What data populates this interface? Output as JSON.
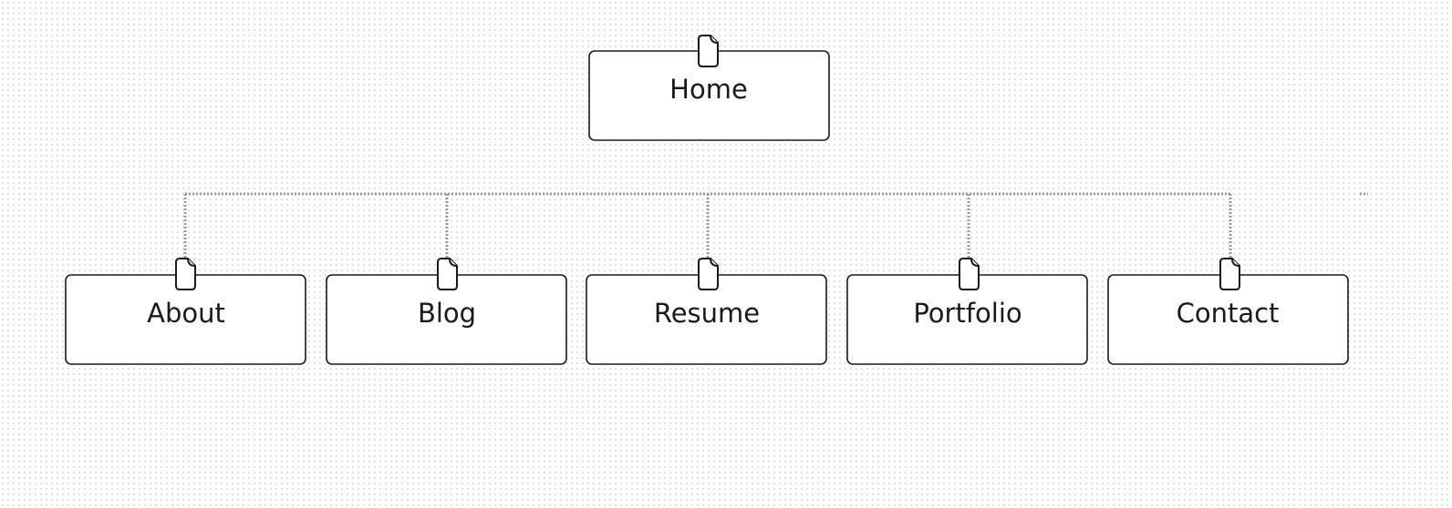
{
  "sitemap": {
    "root": {
      "label": "Home",
      "icon": "document-icon"
    },
    "children": [
      {
        "label": "About",
        "icon": "document-icon"
      },
      {
        "label": "Blog",
        "icon": "document-icon"
      },
      {
        "label": "Resume",
        "icon": "document-icon"
      },
      {
        "label": "Portfolio",
        "icon": "document-icon"
      },
      {
        "label": "Contact",
        "icon": "document-icon"
      }
    ]
  },
  "colors": {
    "box_border": "#1a1a1a",
    "connector": "#9a9a9a",
    "grid_dots": "#e2e2e2",
    "background": "#ffffff"
  }
}
